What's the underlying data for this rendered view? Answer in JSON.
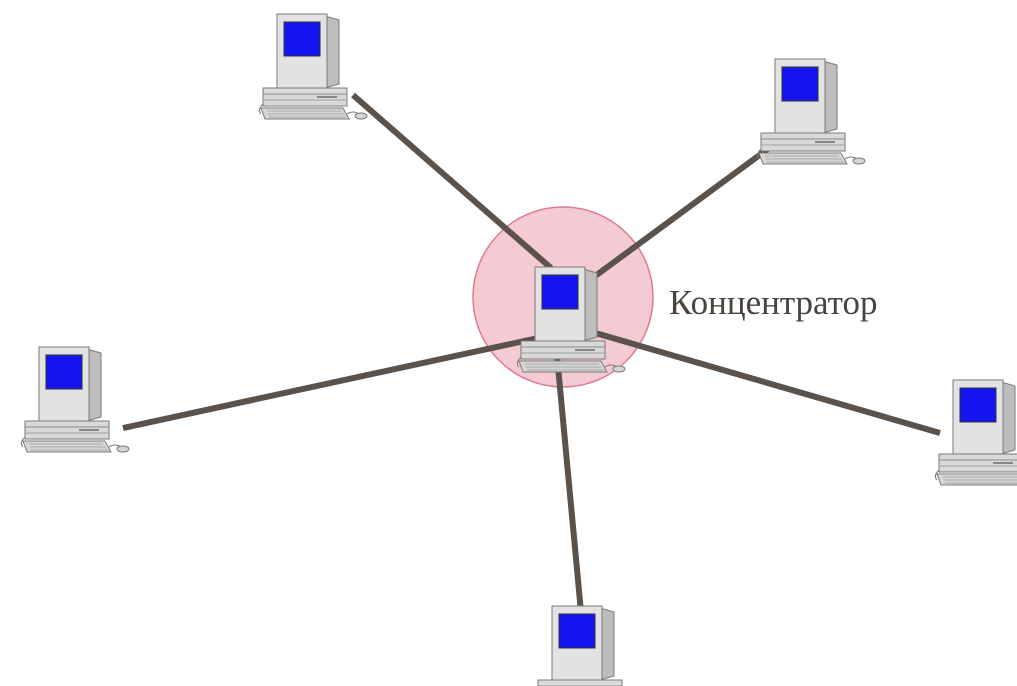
{
  "diagram": {
    "type": "star-topology",
    "hub_label": "Концентратор",
    "node_count": 5,
    "colors": {
      "cable": "#5a524b",
      "hub_fill": "#f4cbd3",
      "hub_stroke": "#e07a90",
      "screen": "#1414f0",
      "computer_body": "#dcdcdc",
      "computer_outline": "#7a7a7a"
    },
    "icons": {
      "node": "desktop-computer-icon",
      "hub": "desktop-computer-icon"
    }
  }
}
